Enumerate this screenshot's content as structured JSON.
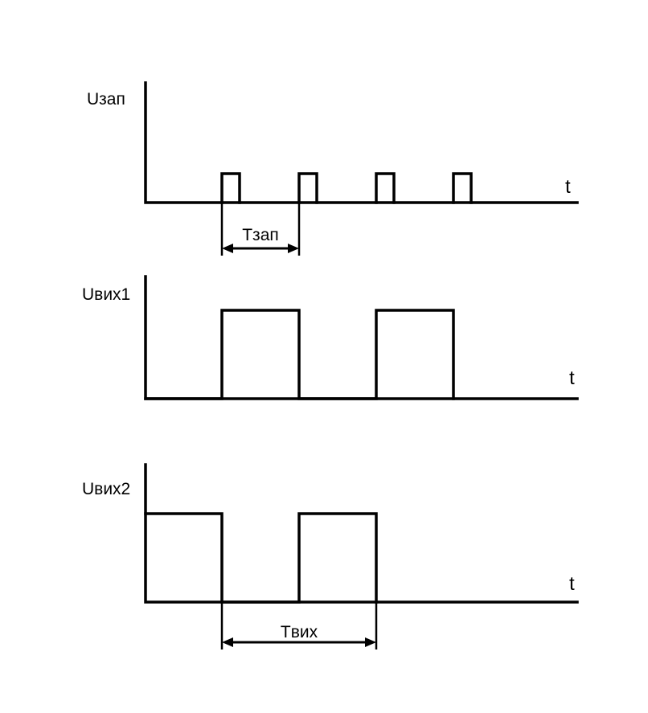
{
  "diagram": {
    "plots": [
      {
        "id": "zap",
        "y_label": "Uзап",
        "t_label": "t",
        "signal": "pulses"
      },
      {
        "id": "vyh1",
        "y_label": "Uвих1",
        "t_label": "t",
        "signal": "square-high-on-odd"
      },
      {
        "id": "vyh2",
        "y_label": "Uвих2",
        "t_label": "t",
        "signal": "square-high-on-even"
      }
    ],
    "dimensions": [
      {
        "id": "t-zap",
        "label": "Tзап",
        "spans": "trigger period"
      },
      {
        "id": "t-vyh",
        "label": "Tвих",
        "spans": "output period"
      }
    ]
  }
}
